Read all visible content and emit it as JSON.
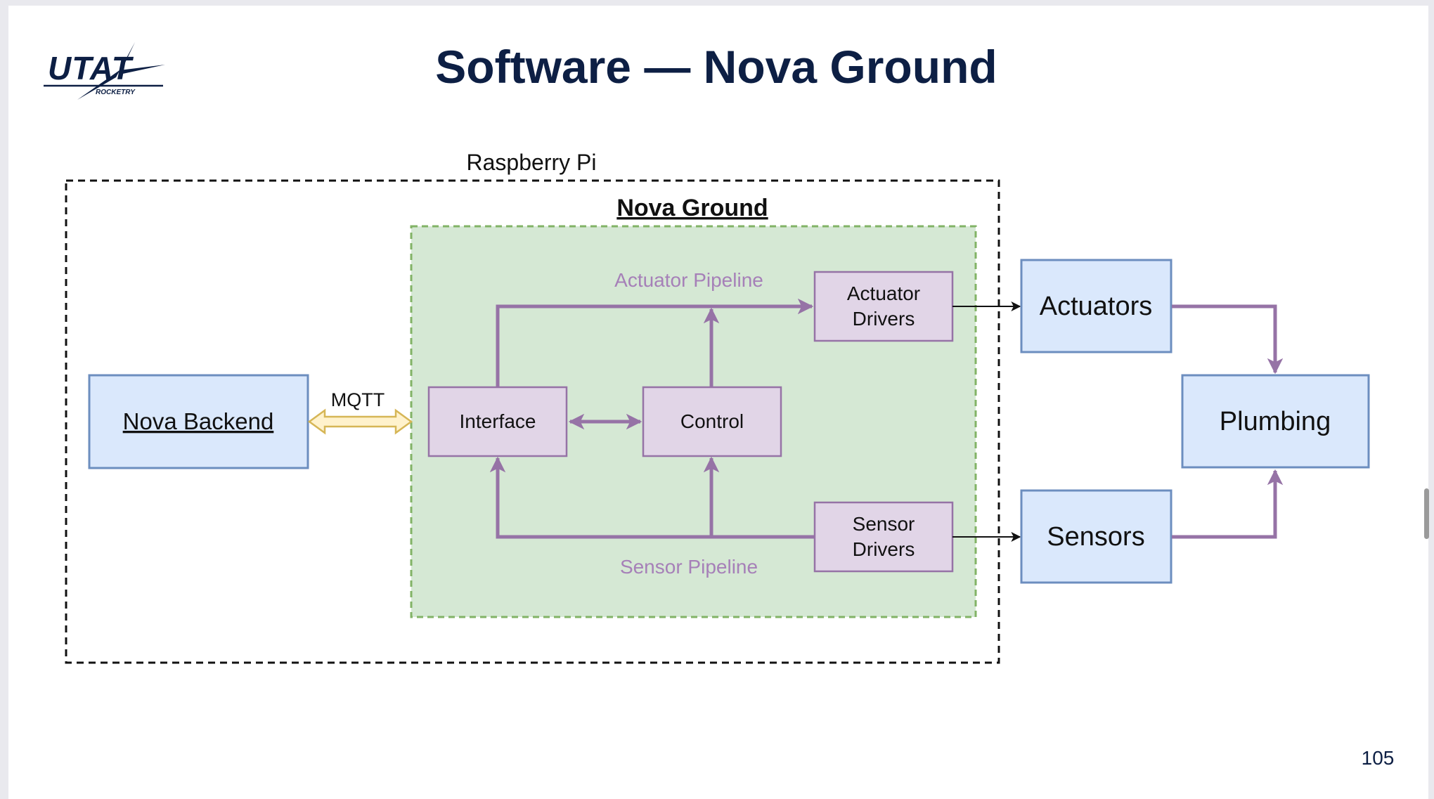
{
  "logo": {
    "main_text": "UTAT",
    "sub_text": "ROCKETRY"
  },
  "title": "Software — Nova Ground",
  "page_number": "105",
  "diagram": {
    "raspberry_pi_label": "Raspberry Pi",
    "nova_ground_label": "Nova Ground",
    "nova_backend": "Nova Backend",
    "mqtt_label": "MQTT",
    "interface": "Interface",
    "control": "Control",
    "actuator_drivers": [
      "Actuator",
      "Drivers"
    ],
    "sensor_drivers": [
      "Sensor",
      "Drivers"
    ],
    "actuator_pipeline_label": "Actuator Pipeline",
    "sensor_pipeline_label": "Sensor Pipeline",
    "actuators": "Actuators",
    "sensors": "Sensors",
    "plumbing": "Plumbing"
  },
  "colors": {
    "title": "#0d1f44",
    "blue_fill": "#dae8fc",
    "blue_stroke": "#6c8ebf",
    "purple_fill": "#e1d5e7",
    "purple_stroke": "#9673a6",
    "green_fill": "#d5e8d4",
    "green_stroke": "#82b366",
    "mqtt_fill": "#fff2cc",
    "mqtt_stroke": "#d6b656"
  }
}
